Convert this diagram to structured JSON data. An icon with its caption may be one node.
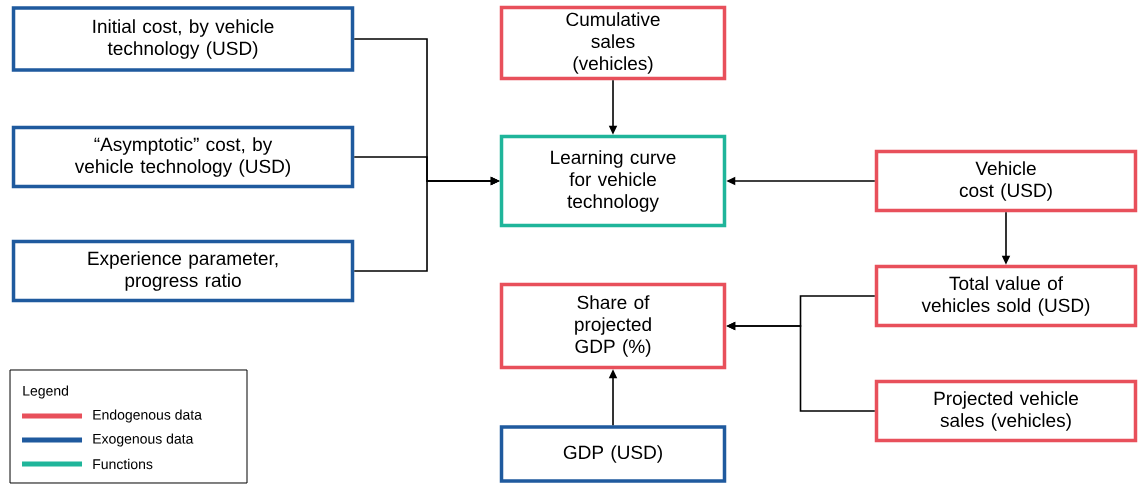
{
  "diagram": {
    "nodes": [
      {
        "text": [
          "Initial cost, by vehicle technology (USD)"
        ]
      },
      {
        "text": [
          "“Asymptotic” cost, by vehicle technology (USD)"
        ]
      },
      {
        "text": [
          "Experience parameter, progress ratio"
        ]
      },
      {
        "text": [
          "Cumulative sales (vehicles)"
        ]
      },
      {
        "text": [
          "Learning curve for vehicle technology"
        ]
      },
      {
        "text": [
          "Vehicle cost (USD)"
        ]
      },
      {
        "text": [
          "Total value of vehicles sold (USD)"
        ]
      },
      {
        "text": [
          "Share of projected GDP (%)"
        ]
      },
      {
        "text": [
          "Projected vehicle sales (vehicles)"
        ]
      },
      {
        "text": [
          "GDP (USD)"
        ]
      }
    ],
    "edges": [
      {
        "from": 0,
        "to": 4,
        "arrow": "to"
      },
      {
        "from": 1,
        "to": 4,
        "arrow": "to"
      },
      {
        "from": 2,
        "to": 4,
        "arrow": "to"
      },
      {
        "from": 3,
        "to": 4,
        "arrow": "to"
      },
      {
        "from": 5,
        "to": 4,
        "arrow": "to"
      },
      {
        "from": 5,
        "to": 6,
        "arrow": "to"
      },
      {
        "from": 6,
        "to": 7,
        "arrow": "to"
      },
      {
        "from": 8,
        "to": 7,
        "arrow": "to"
      },
      {
        "from": 9,
        "to": 7,
        "arrow": "to"
      }
    ],
    "labels": [
      "Legend"
    ],
    "legend": [
      {
        "text": "Endogenous data",
        "color": "#e8505b"
      },
      {
        "text": "Exogenous data",
        "color": "#1f5a9e"
      },
      {
        "text": "Functions",
        "color": "#1fb59a"
      }
    ]
  }
}
